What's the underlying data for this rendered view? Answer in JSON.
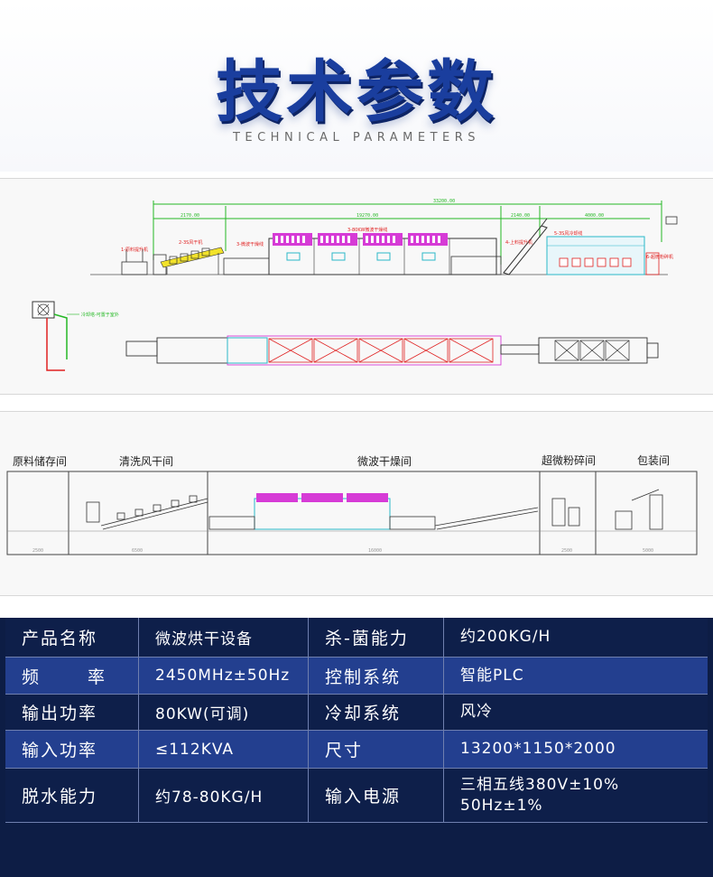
{
  "header": {
    "title": "技术参数",
    "subtitle": "TECHNICAL PARAMETERS"
  },
  "drawing_top": {
    "labels": [
      "1-原料提升机",
      "2-3S风干机",
      "3-微波干燥线",
      "3-80KW微波干燥线",
      "4-上料提升机",
      "5-3S风冷却线",
      "6-超微粉碎机"
    ],
    "cooling_note": "冷却塔-可置于室外",
    "dims": [
      "33200.00",
      "2170.00",
      "19270.00",
      "2140.00",
      "4000.00"
    ]
  },
  "drawing_bottom": {
    "rooms": [
      "原料储存间",
      "清洗风干间",
      "微波干燥间",
      "超微粉碎间",
      "包装间"
    ],
    "room_dims": [
      "2500",
      "6500",
      "16000",
      "2500",
      "5000"
    ]
  },
  "specs": [
    {
      "label": "产品名称",
      "value": "微波烘干设备",
      "label2": "杀-菌能力",
      "value2": "约200KG/H"
    },
    {
      "label_a": "频",
      "label_b": "率",
      "value": "2450MHz±50Hz",
      "label2": "控制系统",
      "value2": "智能PLC"
    },
    {
      "label": "输出功率",
      "value": "80KW(可调)",
      "label2": "冷却系统",
      "value2": "风冷"
    },
    {
      "label": "输入功率",
      "value": "≤112KVA",
      "label2": "尺寸",
      "value2": "13200*1150*2000"
    },
    {
      "label": "脱水能力",
      "value": "约78-80KG/H",
      "label2": "输入电源",
      "value2_line1": "三相五线380V±10%",
      "value2_line2": "50Hz±1%"
    }
  ],
  "colors": {
    "title_blue": "#1a3e9e",
    "table_dark": "#0e1f4a",
    "table_light": "#233f8f",
    "drawing_magenta": "#d63bd6",
    "drawing_green": "#25b825",
    "drawing_red": "#e02020",
    "drawing_yellow": "#f2e22a",
    "drawing_cyan": "#2ab8c8"
  }
}
